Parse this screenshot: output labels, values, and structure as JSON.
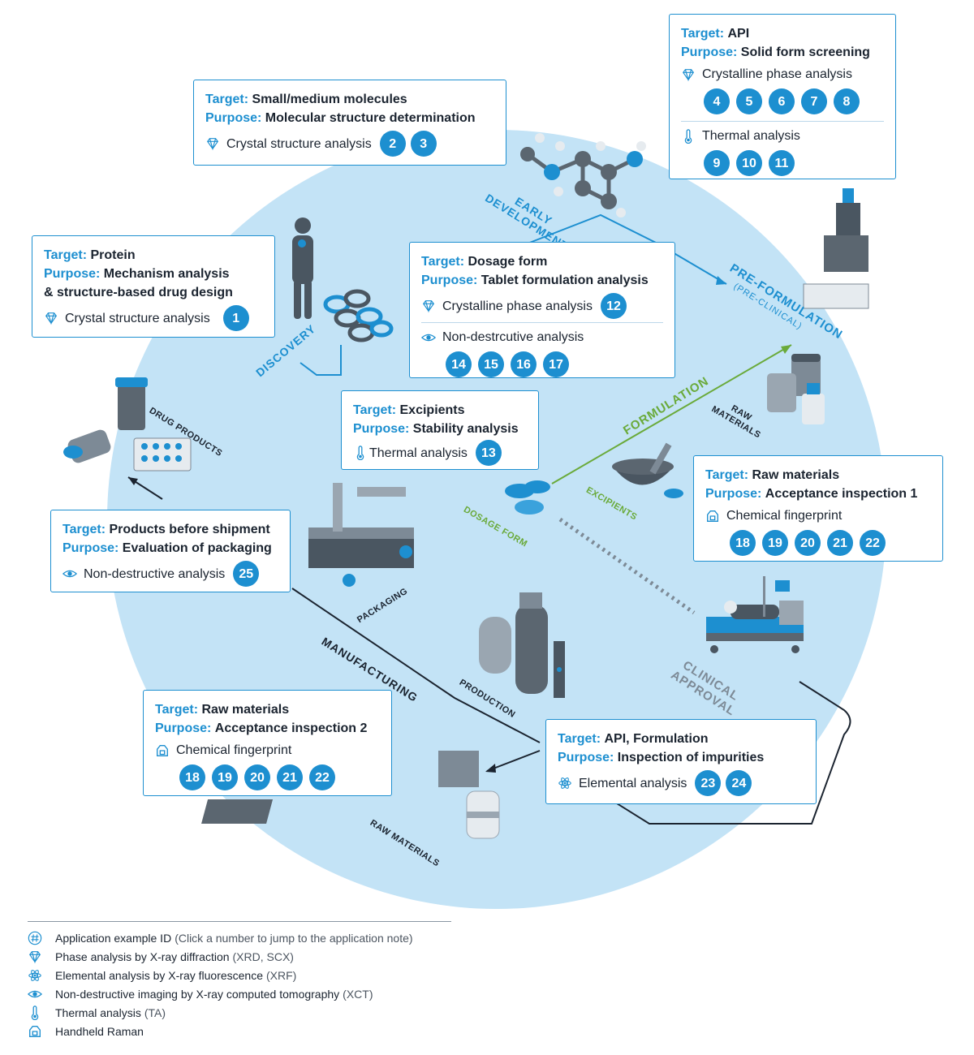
{
  "stages": {
    "early_development": "EARLY\nDEVELOPMENT",
    "pre_formulation": "PRE-FORMULATION",
    "pre_clinical": "(PRE-CLINICAL)",
    "formulation": "FORMULATION",
    "discovery": "DISCOVERY",
    "clinical_approval": "CLINICAL\nAPPROVAL",
    "manufacturing": "MANUFACTURING"
  },
  "sub_labels": {
    "raw_materials_top": "RAW\nMATERIALS",
    "excipients": "EXCIPIENTS",
    "dosage_form": "DOSAGE FORM",
    "drug_products": "DRUG PRODUCTS",
    "packaging": "PACKAGING",
    "production": "PRODUCTION",
    "raw_materials_bottom": "RAW MATERIALS"
  },
  "labels": {
    "target": "Target:",
    "purpose": "Purpose:"
  },
  "cards": {
    "small_molecules": {
      "target": "Small/medium molecules",
      "purpose": "Molecular structure determination",
      "method": "Crystal structure analysis",
      "ids": [
        "2",
        "3"
      ]
    },
    "api": {
      "target": "API",
      "purpose": "Solid form screening",
      "method1": "Crystalline phase analysis",
      "ids1": [
        "4",
        "5",
        "6",
        "7",
        "8"
      ],
      "method2": "Thermal analysis",
      "ids2": [
        "9",
        "10",
        "11"
      ]
    },
    "protein": {
      "target": "Protein",
      "purpose1": "Mechanism analysis",
      "purpose2": "& structure-based drug design",
      "method": "Crystal structure analysis",
      "ids": [
        "1"
      ]
    },
    "dosage_form": {
      "target": "Dosage form",
      "purpose": "Tablet formulation analysis",
      "method1": "Crystalline phase analysis",
      "ids1": [
        "12"
      ],
      "method2": "Non-destrcutive analysis",
      "ids2": [
        "14",
        "15",
        "16",
        "17"
      ]
    },
    "excipients": {
      "target": "Excipients",
      "purpose": "Stability analysis",
      "method": "Thermal analysis",
      "ids": [
        "13"
      ]
    },
    "raw_materials_1": {
      "target": "Raw materials",
      "purpose": "Acceptance inspection 1",
      "method": "Chemical fingerprint",
      "ids": [
        "18",
        "19",
        "20",
        "21",
        "22"
      ]
    },
    "products": {
      "target": "Products before shipment",
      "purpose": "Evaluation of packaging",
      "method": "Non-destructive analysis",
      "ids": [
        "25"
      ]
    },
    "raw_materials_2": {
      "target": "Raw materials",
      "purpose": "Acceptance inspection 2",
      "method": "Chemical fingerprint",
      "ids": [
        "18",
        "19",
        "20",
        "21",
        "22"
      ]
    },
    "api_formulation": {
      "target": "API, Formulation",
      "purpose": "Inspection of impurities",
      "method": "Elemental analysis",
      "ids": [
        "23",
        "24"
      ]
    }
  },
  "legend": [
    {
      "icon": "hash-icon",
      "text": "Application example ID",
      "paren": "(Click a number to jump to the application note)"
    },
    {
      "icon": "diamond-icon",
      "text": "Phase analysis by X-ray diffraction",
      "paren": "(XRD, SCX)"
    },
    {
      "icon": "atom-icon",
      "text": "Elemental analysis by X-ray fluorescence",
      "paren": "(XRF)"
    },
    {
      "icon": "eye-icon",
      "text": "Non-destructive imaging by X-ray computed tomography",
      "paren": "(XCT)"
    },
    {
      "icon": "thermometer-icon",
      "text": "Thermal analysis",
      "paren": "(TA)"
    },
    {
      "icon": "raman-icon",
      "text": "Handheld Raman",
      "paren": ""
    }
  ],
  "colors": {
    "accent": "#1d8fd0",
    "circle": "#c3e3f6",
    "formulation": "#6aaa3a",
    "text": "#1b2430"
  }
}
